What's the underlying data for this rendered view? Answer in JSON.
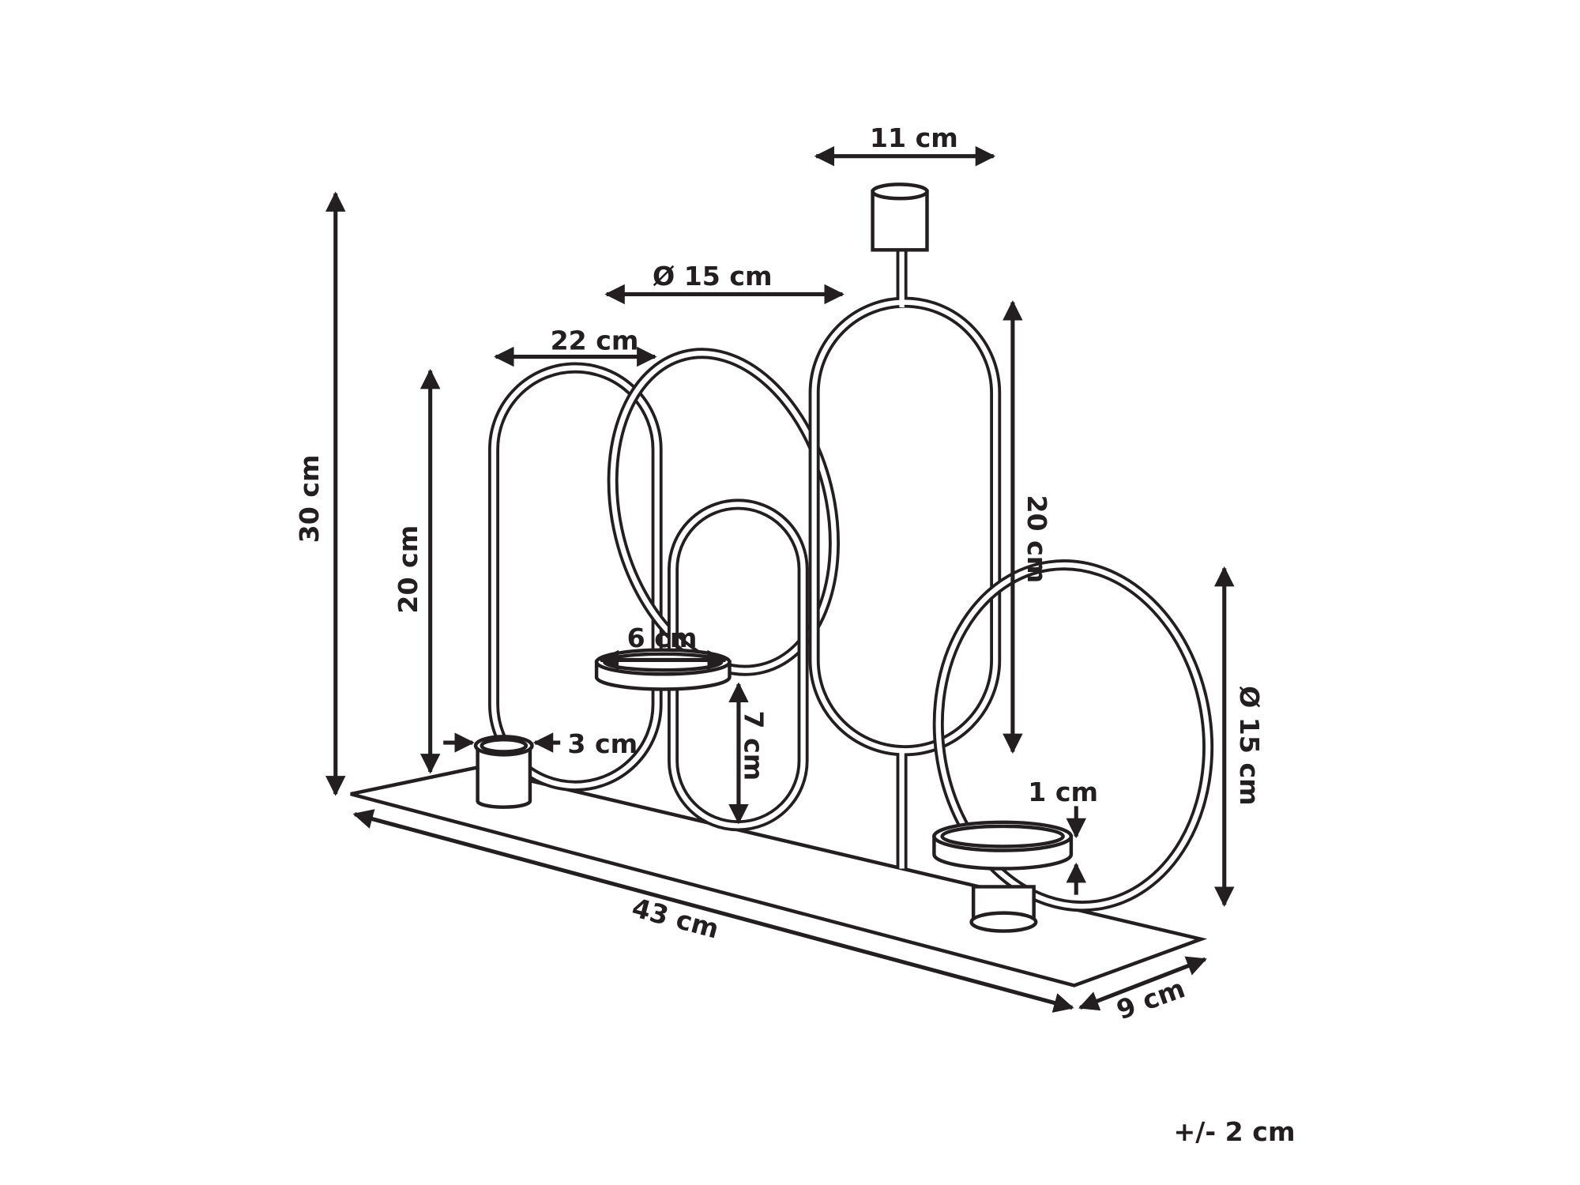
{
  "dimensions": {
    "total_height": "30 cm",
    "left_loop_height": "20 cm",
    "left_loop_width": "22 cm",
    "middle_ring_diameter": "Ø 15 cm",
    "top_cup_width": "11 cm",
    "tall_oval_height": "20 cm",
    "right_ring_diameter": "Ø 15 cm",
    "dish_width": "6 cm",
    "dish_height": "7 cm",
    "small_cup_width": "3 cm",
    "right_dish_depth": "1 cm",
    "base_length": "43 cm",
    "base_depth": "9 cm"
  },
  "tolerance": "+/- 2 cm"
}
